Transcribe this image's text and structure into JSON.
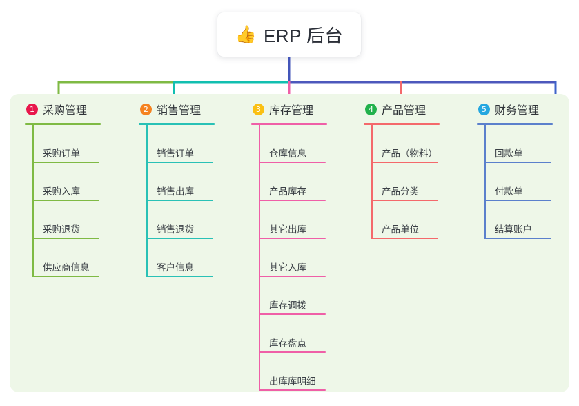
{
  "root": {
    "icon": "thumbs-up-emoji",
    "emoji": "👍",
    "title": "ERP 后台"
  },
  "theme": {
    "page_background": "#ffffff",
    "panel_background": "#eef7e8",
    "card_background": "#ffffff",
    "text_color": "#3a3f45"
  },
  "connectors": {
    "trunk_color": "#4355b9",
    "segments": [
      {
        "name": "segment-green",
        "color": "#7fba44"
      },
      {
        "name": "segment-teal",
        "color": "#12bfb0"
      },
      {
        "name": "segment-blue",
        "color": "#4d58bc"
      }
    ]
  },
  "branches": [
    {
      "index": "1",
      "title": "采购管理",
      "badge_color": "#e8174c",
      "line_color": "#7fba44",
      "items": [
        {
          "label": "采购订单"
        },
        {
          "label": "采购入库"
        },
        {
          "label": "采购退货"
        },
        {
          "label": "供应商信息"
        }
      ]
    },
    {
      "index": "2",
      "title": "销售管理",
      "badge_color": "#f58220",
      "line_color": "#29c1b6",
      "items": [
        {
          "label": "销售订单"
        },
        {
          "label": "销售出库"
        },
        {
          "label": "销售退货"
        },
        {
          "label": "客户信息"
        }
      ]
    },
    {
      "index": "3",
      "title": "库存管理",
      "badge_color": "#fac013",
      "line_color": "#ef5fa7",
      "items": [
        {
          "label": "仓库信息"
        },
        {
          "label": "产品库存"
        },
        {
          "label": "其它出库"
        },
        {
          "label": "其它入库"
        },
        {
          "label": "库存调拨"
        },
        {
          "label": "库存盘点"
        },
        {
          "label": "出库库明细"
        }
      ]
    },
    {
      "index": "4",
      "title": "产品管理",
      "badge_color": "#22b14c",
      "line_color": "#f4696b",
      "items": [
        {
          "label": "产品（物料）"
        },
        {
          "label": "产品分类"
        },
        {
          "label": "产品单位"
        }
      ]
    },
    {
      "index": "5",
      "title": "财务管理",
      "badge_color": "#24a7e0",
      "line_color": "#5b80cc",
      "items": [
        {
          "label": "回款单"
        },
        {
          "label": "付款单"
        },
        {
          "label": "结算账户"
        }
      ]
    }
  ]
}
